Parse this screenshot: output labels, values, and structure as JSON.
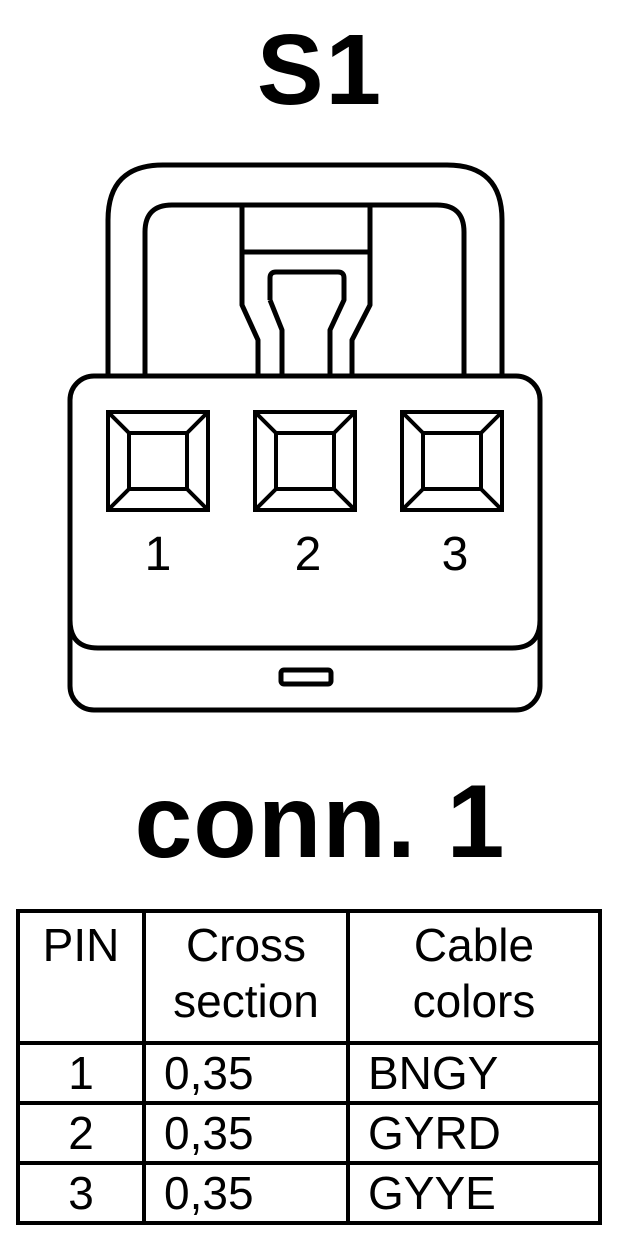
{
  "connector": {
    "title": "S1",
    "label": "conn. 1",
    "pins": [
      "1",
      "2",
      "3"
    ]
  },
  "table": {
    "headers": {
      "pin": [
        "PIN"
      ],
      "cross_section": [
        "Cross",
        "section"
      ],
      "cable_colors": [
        "Cable",
        "colors"
      ]
    },
    "rows": [
      {
        "pin": "1",
        "cross_section": "0,35",
        "color": "BNGY"
      },
      {
        "pin": "2",
        "cross_section": "0,35",
        "color": "GYRD"
      },
      {
        "pin": "3",
        "cross_section": "0,35",
        "color": "GYYE"
      }
    ]
  },
  "colors": {
    "line": "#000000",
    "background": "#ffffff"
  }
}
